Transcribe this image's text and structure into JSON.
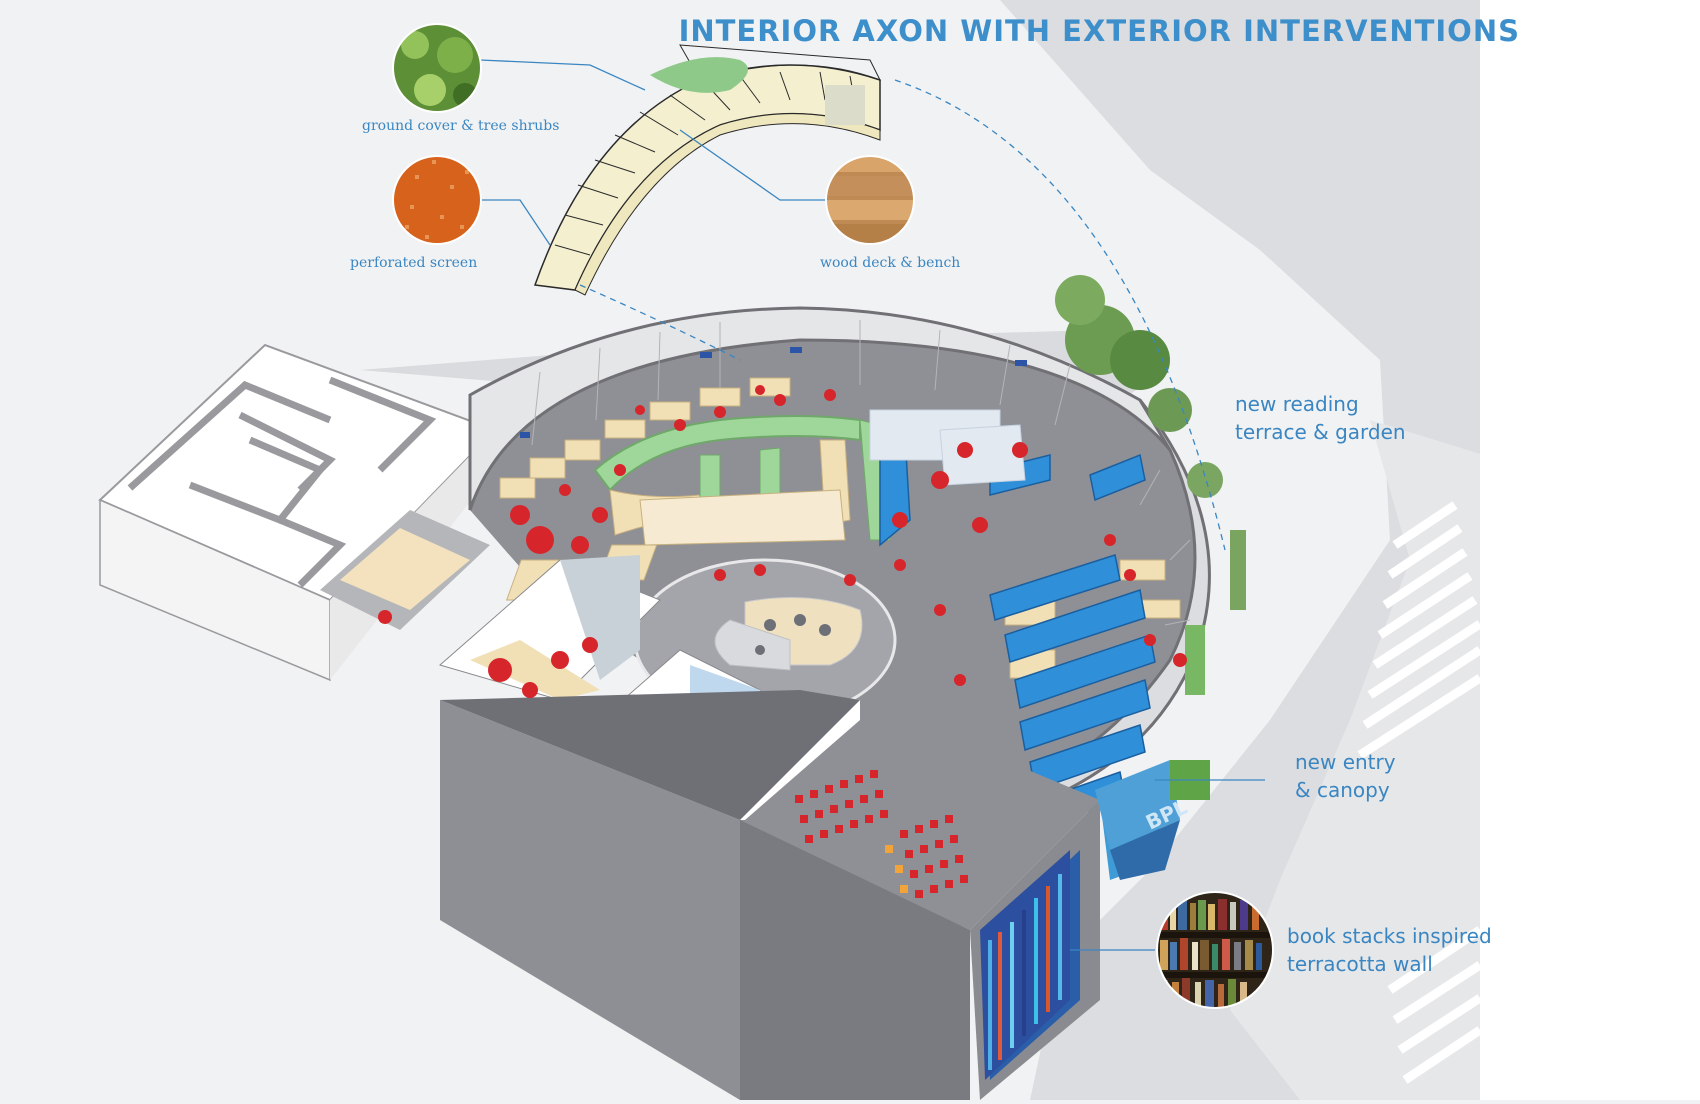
{
  "title": "INTERIOR AXON WITH EXTERIOR INTERVENTIONS",
  "callouts": {
    "ground_cover": "ground cover & tree shrubs",
    "perforated_screen": "perforated screen",
    "wood_deck": "wood deck & bench",
    "reading_terrace_1": "new reading",
    "reading_terrace_2": "terrace & garden",
    "entry_1": "new entry",
    "entry_2": "& canopy",
    "terracotta_1": "book stacks inspired",
    "terracotta_2": "terracotta wall"
  },
  "signage": {
    "entry_sign": "BPL"
  },
  "colors": {
    "accent_blue": "#3d8fcb",
    "shelf_blue": "#2f8fd8",
    "chair_red": "#d6262b",
    "green_shelf": "#9fd79a",
    "wood": "#f1dfb6",
    "floor": "#8f9095",
    "dark_wall": "#6f7075"
  }
}
